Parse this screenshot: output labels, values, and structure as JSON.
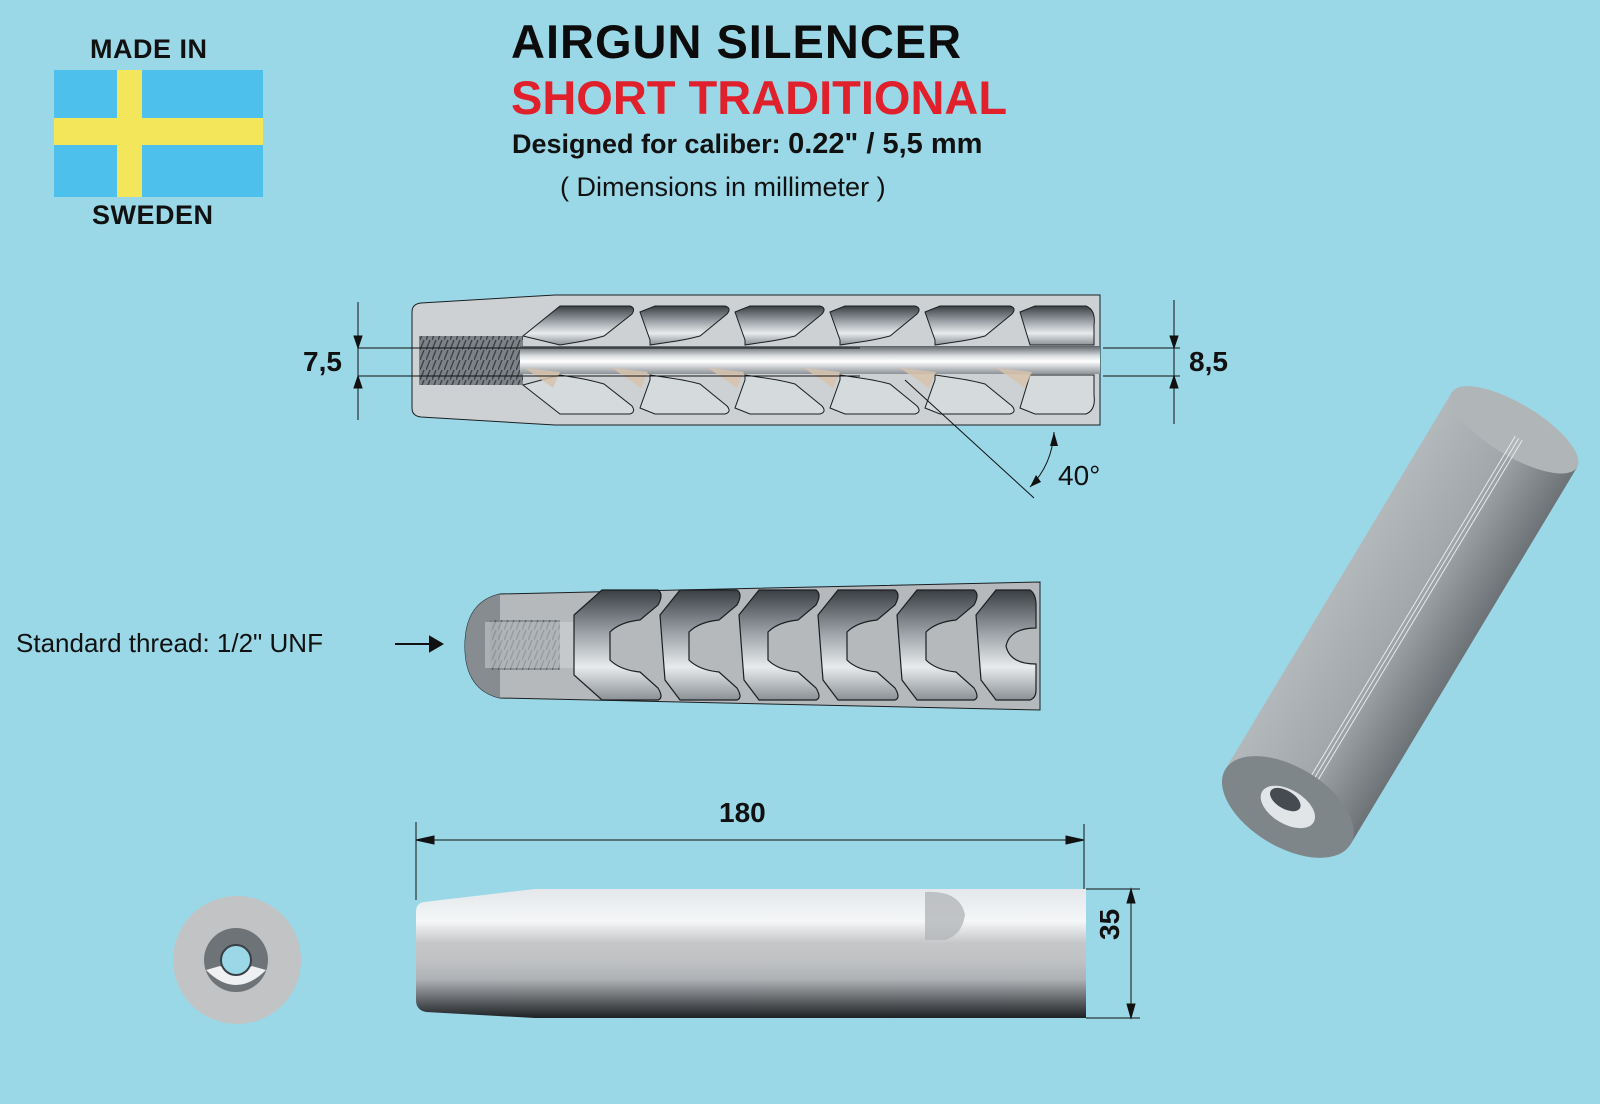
{
  "badge": {
    "top_text": "MADE IN",
    "bottom_text": "SWEDEN",
    "flag": {
      "country": "Sweden",
      "field_color": "#4ec0ec",
      "cross_color": "#f4e65a"
    }
  },
  "header": {
    "title": "AIRGUN SILENCER",
    "subtitle": "SHORT TRADITIONAL",
    "caliber_label": "Designed for caliber:",
    "caliber_value": "0.22\" / 5,5 mm",
    "units_note": "( Dimensions in millimeter )"
  },
  "colors": {
    "background": "#9ad8e8",
    "title": "#0c0c0c",
    "subtitle": "#e0202a",
    "metal": "#c4c8cc",
    "metal_dark": "#6f757a"
  },
  "section_view": {
    "inlet_bore_dim": "7,5",
    "outlet_bore_dim": "8,5",
    "baffle_angle": "40°",
    "baffle_count": 6
  },
  "cutaway_view": {
    "thread_label": "Standard thread: 1/2\" UNF",
    "arrow_icon": "right-arrow-icon",
    "baffle_count": 6
  },
  "side_view": {
    "length_dim": "180",
    "diameter_dim": "35"
  },
  "end_view": {
    "label": ""
  },
  "iso_view": {
    "label": ""
  }
}
